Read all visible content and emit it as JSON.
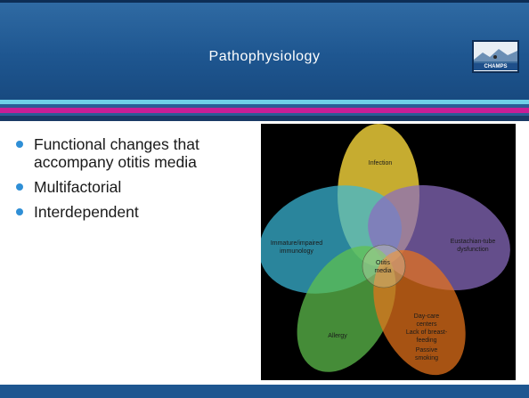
{
  "slide": {
    "title": "Pathophysiology",
    "logo_text": "CHAMPS",
    "bullets": [
      "Functional changes that accompany otitis media",
      "Multifactorial",
      "Interdependent"
    ]
  },
  "diagram": {
    "labels": {
      "infection": "Infection",
      "immunology": [
        "Immature/impaired",
        "immunology"
      ],
      "eustachian": [
        "Eustachian-tube",
        "dysfunction"
      ],
      "center": [
        "Otitis",
        "media"
      ],
      "allergy": "Allergy",
      "environment": [
        "Day-care",
        "centers",
        "Lack of breast-",
        "feeding",
        "Passive",
        "smoking"
      ]
    },
    "colors": {
      "infection": "#f2d23a",
      "immunology": "#3ab8d8",
      "eustachian": "#8a6cc0",
      "allergy": "#5fc24e",
      "environment": "#e8731a",
      "header": "#1e5690",
      "accent_stripe": "#c81e96",
      "bullet": "#2f8fd6"
    }
  }
}
